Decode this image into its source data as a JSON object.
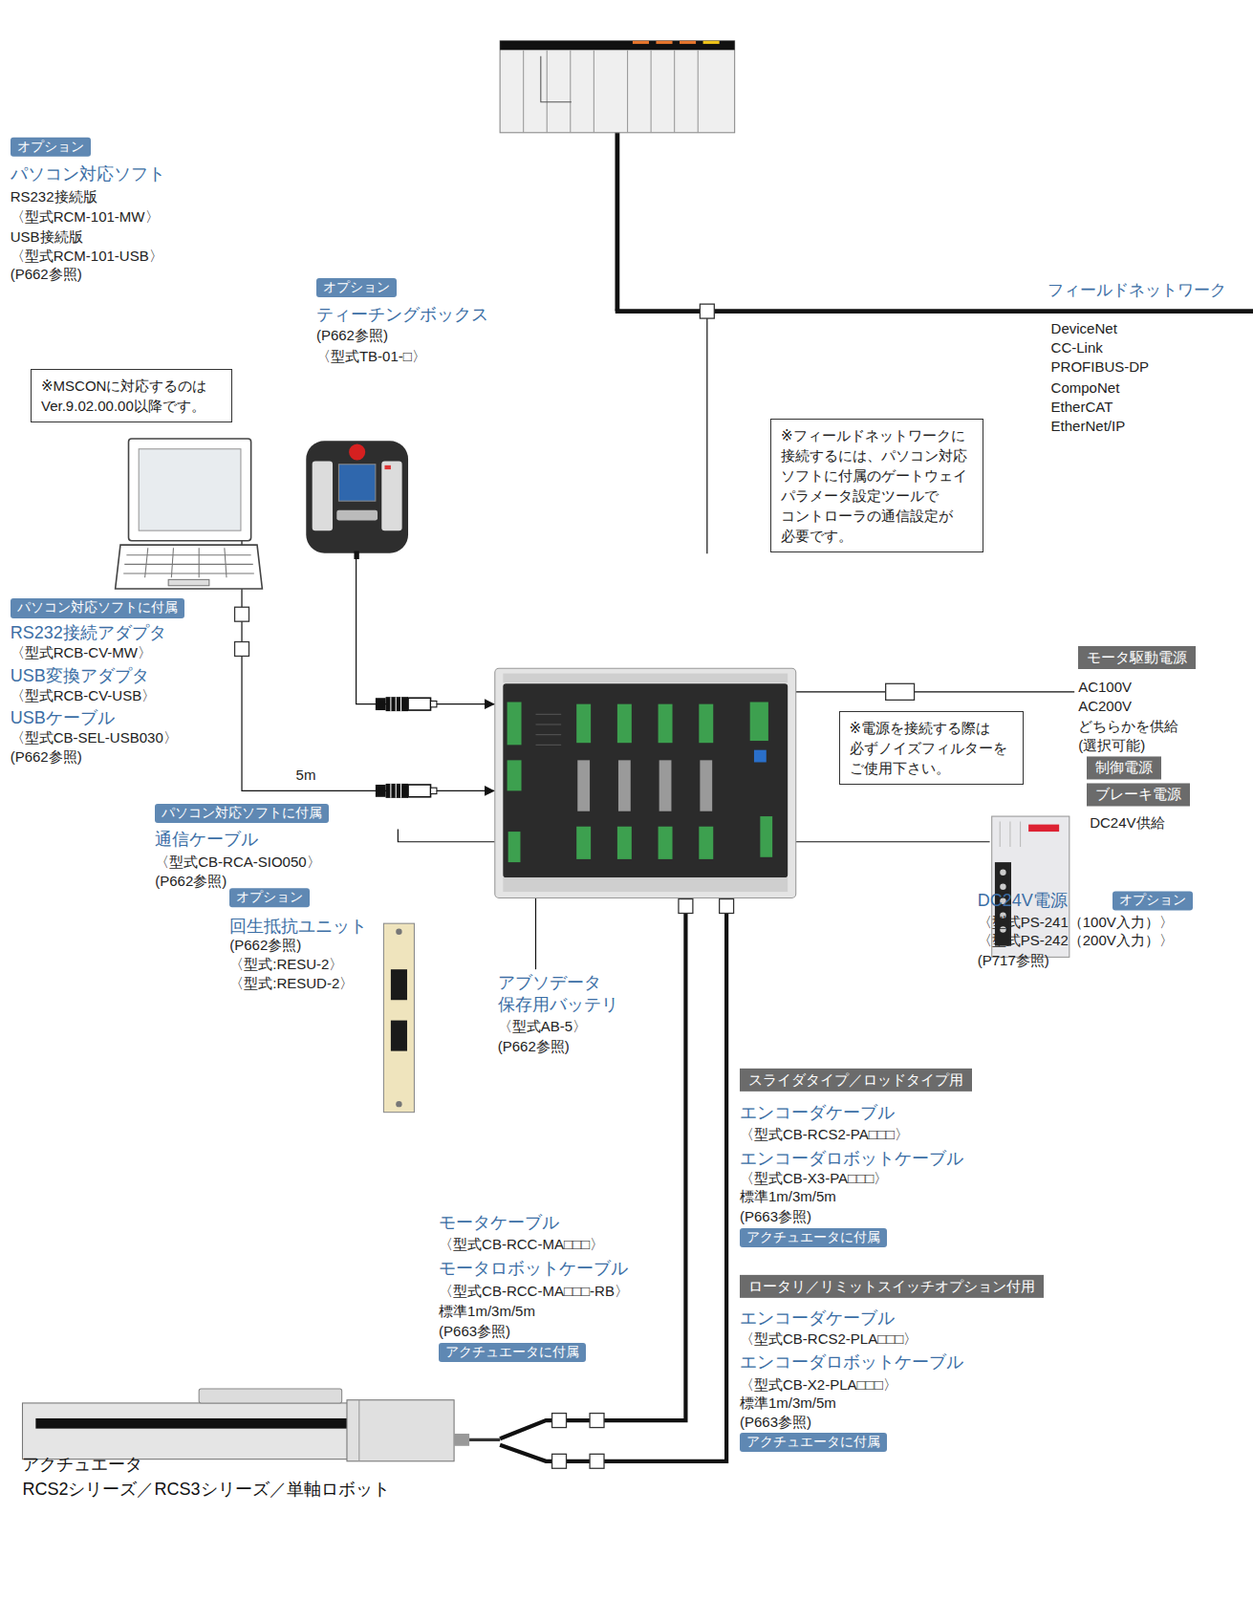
{
  "diagram": {
    "nodes": [
      {
        "text": [
          "PLC"
        ]
      },
      {
        "text": [
          "オプション",
          "パソコン対応ソフト",
          "RS232接続版",
          "〈型式RCM-101-MW〉",
          "USB接続版",
          "〈型式RCM-101-USB〉",
          "(P662参照)"
        ]
      },
      {
        "text": [
          "※MSCONに対応するのは Ver.9.02.00.00以降です。"
        ]
      },
      {
        "text": [
          "オプション",
          "ティーチングボックス",
          "(P662参照)",
          "〈型式TB-01-□〉"
        ]
      },
      {
        "text": [
          "※フィールドネットワークに 接続するには、パソコン対応 ソフトに付属のゲートウェイ パラメータ設定ツールで コントローラの通信設定が 必要です。"
        ]
      },
      {
        "text": []
      },
      {
        "text": [
          "モータ駆動電源",
          "AC100V",
          "AC200V",
          "どちらかを供給",
          "(選択可能)"
        ]
      },
      {
        "text": [
          "※電源を接続する際は 必ずノイズフィルターを ご使用下さい。"
        ]
      },
      {
        "text": [
          "制御電源",
          "ブレーキ電源",
          "DC24V供給",
          "DC24V電源",
          "オプション",
          "〈型式PS-241（100V入力）〉",
          "〈型式PS-242（200V入力）〉",
          "(P717参照)"
        ]
      },
      {
        "text": [
          "オプション",
          "回生抵抗ユニット",
          "(P662参照)",
          "〈型式:RESU-2〉",
          "〈型式:RESUD-2〉"
        ]
      },
      {
        "text": [
          "アブソデータ 保存用バッテリ",
          "〈型式AB-5〉",
          "(P662参照)"
        ]
      },
      {
        "text": [
          "アクチュエータ",
          "RCS2シリーズ／RCS3シリーズ／単軸ロボット"
        ]
      }
    ],
    "edges": [
      {
        "from": 0,
        "to": 5,
        "arrow": "none"
      },
      {
        "from": 1,
        "to": 5,
        "arrow": "both",
        "label": "5m"
      },
      {
        "from": 3,
        "to": 5,
        "arrow": "to"
      },
      {
        "from": 5,
        "to": 6,
        "arrow": "none"
      },
      {
        "from": 5,
        "to": 8,
        "arrow": "none"
      },
      {
        "from": 5,
        "to": 9,
        "arrow": "none"
      },
      {
        "from": 5,
        "to": 10,
        "arrow": "none"
      },
      {
        "from": 5,
        "to": 11,
        "arrow": "none"
      },
      {
        "from": 5,
        "to": 11,
        "arrow": "none"
      }
    ],
    "labels": [
      "フィールドネットワーク",
      "DeviceNet",
      "CC-Link",
      "PROFIBUS-DP",
      "CompoNet",
      "EtherCAT",
      "EtherNet/IP",
      "パソコン対応ソフトに付属",
      "RS232接続アダプタ",
      "〈型式RCB-CV-MW〉",
      "USB変換アダプタ",
      "〈型式RCB-CV-USB〉",
      "USBケーブル",
      "〈型式CB-SEL-USB030〉",
      "(P662参照)",
      "パソコン対応ソフトに付属",
      "通信ケーブル",
      "〈型式CB-RCA-SIO050〉",
      "(P662参照)",
      "モータケーブル",
      "〈型式CB-RCC-MA□□□〉",
      "モータロボットケーブル",
      "〈型式CB-RCC-MA□□□-RB〉",
      "標準1m/3m/5m",
      "(P663参照)",
      "アクチュエータに付属",
      "スライダタイプ／ロッドタイプ用",
      "エンコーダケーブル",
      "〈型式CB-RCS2-PA□□□〉",
      "エンコーダロボットケーブル",
      "〈型式CB-X3-PA□□□〉",
      "標準1m/3m/5m",
      "(P663参照)",
      "アクチュエータに付属",
      "ロータリ／リミットスイッチオプション付用",
      "エンコーダケーブル",
      "〈型式CB-RCS2-PLA□□□〉",
      "エンコーダロボットケーブル",
      "〈型式CB-X2-PLA□□□〉",
      "標準1m/3m/5m",
      "(P663参照)",
      "アクチュエータに付属"
    ]
  }
}
